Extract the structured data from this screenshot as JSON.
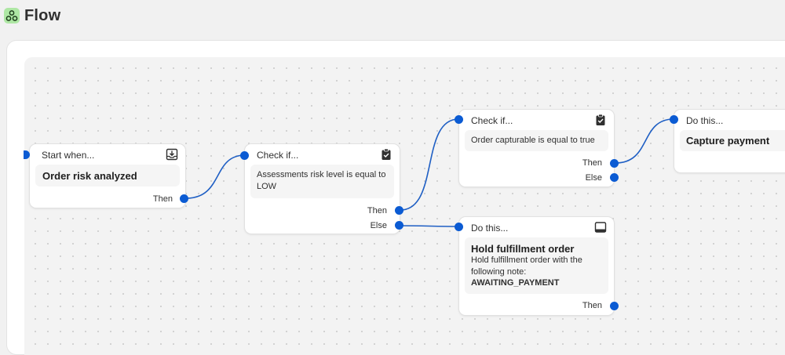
{
  "app": {
    "title": "Flow"
  },
  "nodes": {
    "trigger": {
      "header": "Start when...",
      "title": "Order risk analyzed",
      "then": "Then"
    },
    "check1": {
      "header": "Check if...",
      "condition": "Assessments risk level is equal to LOW",
      "then": "Then",
      "else": "Else"
    },
    "check2": {
      "header": "Check if...",
      "condition": "Order capturable is equal to true",
      "then": "Then",
      "else": "Else"
    },
    "action_hold": {
      "header": "Do this...",
      "title": "Hold fulfillment order",
      "description": "Hold fulfillment order with the following note:",
      "note": "AWAITING_PAYMENT",
      "then": "Then"
    },
    "action_capture": {
      "header": "Do this...",
      "title": "Capture payment"
    }
  },
  "icons": {
    "app_logo": "flow-logo-icon",
    "trigger": "inbox-download-icon",
    "condition": "clipboard-check-icon",
    "action": "window-icon"
  },
  "colors": {
    "port": "#0b5bd3",
    "edge": "#1f5fc4",
    "logo_bg": "#aee7a4"
  }
}
